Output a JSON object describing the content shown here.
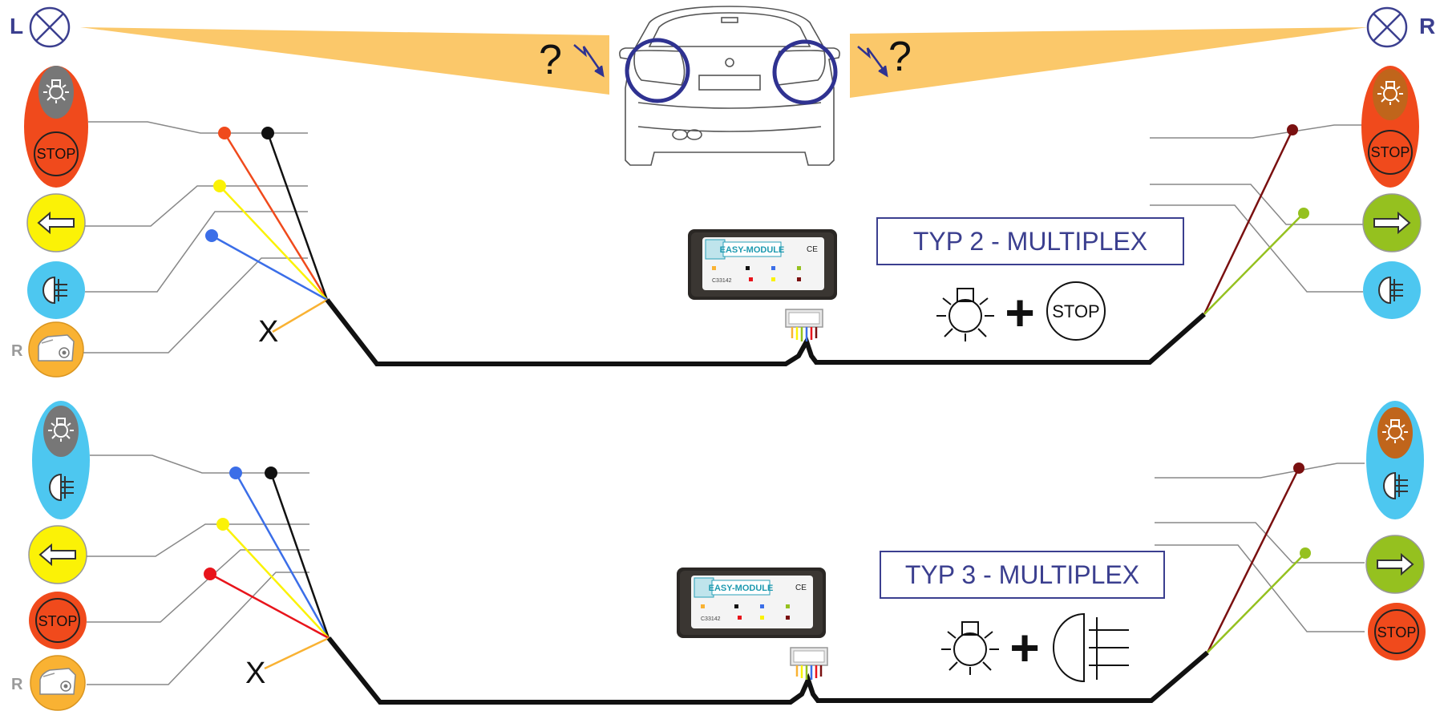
{
  "header": {
    "left_side": "L",
    "right_side": "R",
    "unknown_mark": "?"
  },
  "stop_text": "STOP",
  "reverse_marker": "R",
  "module": {
    "brand": "EASY-MODULE",
    "ce": "CE",
    "code": "C33142"
  },
  "sections": [
    {
      "id": "typ2",
      "title": "TYP 2  - MULTIPLEX",
      "formula_plus": "+",
      "formula_stop": "STOP",
      "unused_mark": "X"
    },
    {
      "id": "typ3",
      "title": "TYP 3  - MULTIPLEX",
      "formula_plus": "+",
      "unused_mark": "X"
    }
  ],
  "colors": {
    "navy": "#2f3291",
    "orange": "#f04a1c",
    "yellow": "#fbf206",
    "cyan": "#4dc7f0",
    "lime": "#95c11f",
    "amber": "#f9b233",
    "beam": "#fbc86a",
    "brown": "#c0651b",
    "darkred": "#7a1010",
    "blue": "#3b6ee8",
    "red": "#e8141b"
  },
  "icons": [
    "bulb-icon",
    "stop-icon",
    "left-arrow-icon",
    "right-arrow-icon",
    "fog-light-icon",
    "reverse-light-icon",
    "lamp-cross-icon",
    "car-rear-icon",
    "module-icon",
    "connector-icon"
  ]
}
